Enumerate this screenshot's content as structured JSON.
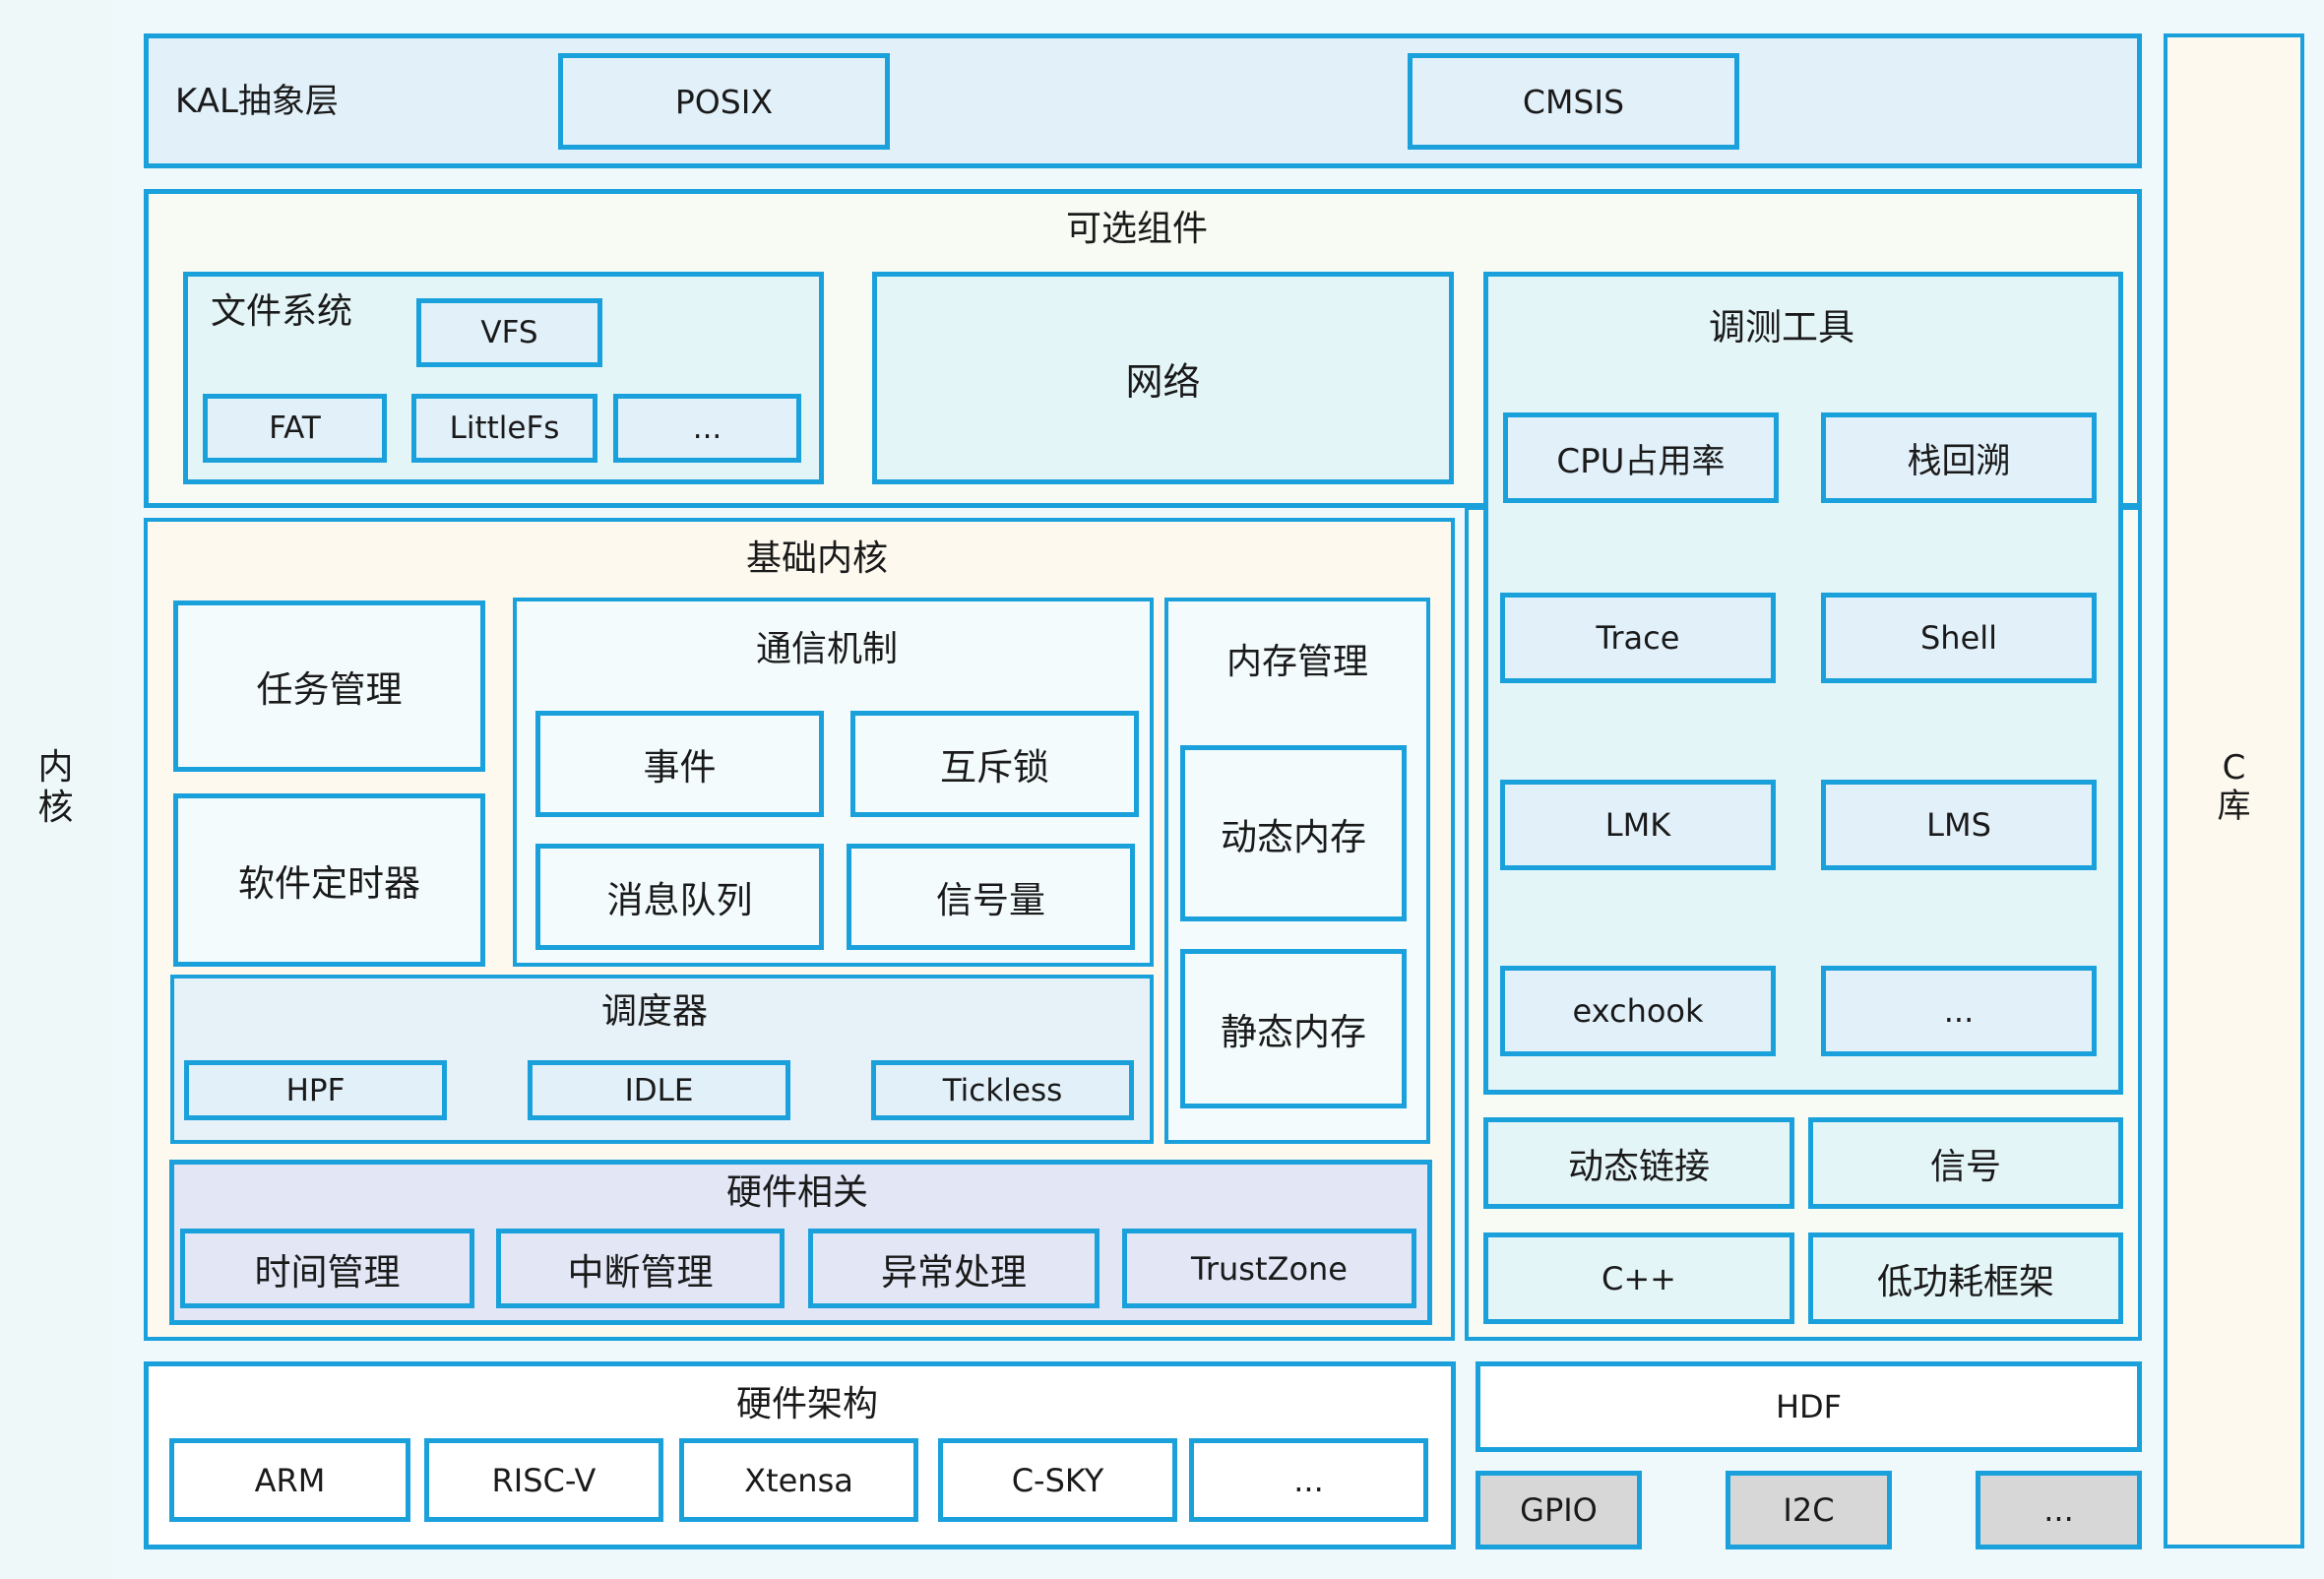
{
  "kernel_label": [
    "内",
    "核"
  ],
  "clib_label": [
    "C",
    "库"
  ],
  "kal": {
    "title": "KAL抽象层",
    "items": [
      "POSIX",
      "CMSIS"
    ]
  },
  "optional": {
    "title": "可选组件",
    "fs": {
      "title": "文件系统",
      "vfs": "VFS",
      "items": [
        "FAT",
        "LittleFs",
        "..."
      ]
    },
    "network": "网络",
    "debug": {
      "title": "调测工具",
      "items": [
        "CPU占用率",
        "栈回溯",
        "Trace",
        "Shell",
        "LMK",
        "LMS",
        "exchook",
        "..."
      ]
    },
    "extras": [
      "动态链接",
      "信号",
      "C++",
      "低功耗框架"
    ]
  },
  "basic": {
    "title": "基础内核",
    "task": "任务管理",
    "timer": "软件定时器",
    "ipc": {
      "title": "通信机制",
      "items": [
        "事件",
        "互斥锁",
        "消息队列",
        "信号量"
      ]
    },
    "memory": {
      "title": "内存管理",
      "items": [
        "动态内存",
        "静态内存"
      ]
    },
    "scheduler": {
      "title": "调度器",
      "items": [
        "HPF",
        "IDLE",
        "Tickless"
      ]
    },
    "hardware": {
      "title": "硬件相关",
      "items": [
        "时间管理",
        "中断管理",
        "异常处理",
        "TrustZone"
      ]
    }
  },
  "arch": {
    "title": "硬件架构",
    "items": [
      "ARM",
      "RISC-V",
      "Xtensa",
      "C-SKY",
      "..."
    ]
  },
  "hdf": {
    "title": "HDF",
    "items": [
      "GPIO",
      "I2C",
      "..."
    ]
  },
  "colors": {
    "border": "#1aa1dc",
    "grey_fill": "#d7d7d7"
  }
}
